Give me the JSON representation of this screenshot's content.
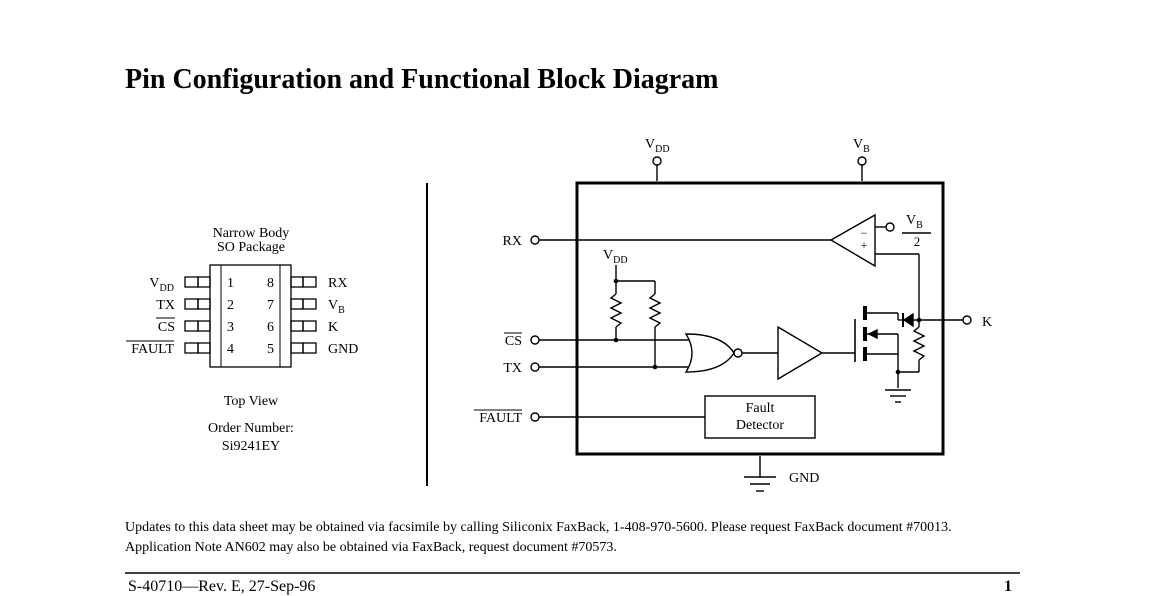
{
  "title": "Pin Configuration and Functional Block Diagram",
  "package": {
    "line1": "Narrow Body",
    "line2": "SO Package",
    "left_pins": [
      {
        "num": "1",
        "main": "V",
        "sub": "DD"
      },
      {
        "num": "2",
        "main": "TX",
        "sub": ""
      },
      {
        "num": "3",
        "main": "CS",
        "sub": ""
      },
      {
        "num": "4",
        "main": "FAULT",
        "sub": ""
      }
    ],
    "right_pins": [
      {
        "num": "8",
        "main": "RX",
        "sub": ""
      },
      {
        "num": "7",
        "main": "V",
        "sub": "B"
      },
      {
        "num": "6",
        "main": "K",
        "sub": ""
      },
      {
        "num": "5",
        "main": "GND",
        "sub": ""
      }
    ],
    "view": "Top View",
    "order_label": "Order Number:",
    "order_number": "Si9241EY"
  },
  "block": {
    "vdd": {
      "main": "V",
      "sub": "DD"
    },
    "vb": {
      "main": "V",
      "sub": "B"
    },
    "rx": "RX",
    "cs": "CS",
    "tx": "TX",
    "fault": "FAULT",
    "k": "K",
    "gnd": "GND",
    "inner_vdd": {
      "main": "V",
      "sub": "DD"
    },
    "vb_half": {
      "main": "V",
      "sub": "B",
      "den": "2"
    },
    "comp_minus": "−",
    "comp_plus": "+",
    "fault_detector": [
      "Fault",
      "Detector"
    ]
  },
  "notes": [
    "Updates to this data sheet may be obtained via facsimile by calling Siliconix FaxBack, 1-408-970-5600.  Please request FaxBack document #70013.",
    "Application Note AN602 may also be obtained via FaxBack, request document #70573."
  ],
  "footer": {
    "left": "S-40710—Rev. E, 27-Sep-96",
    "page": "1"
  }
}
